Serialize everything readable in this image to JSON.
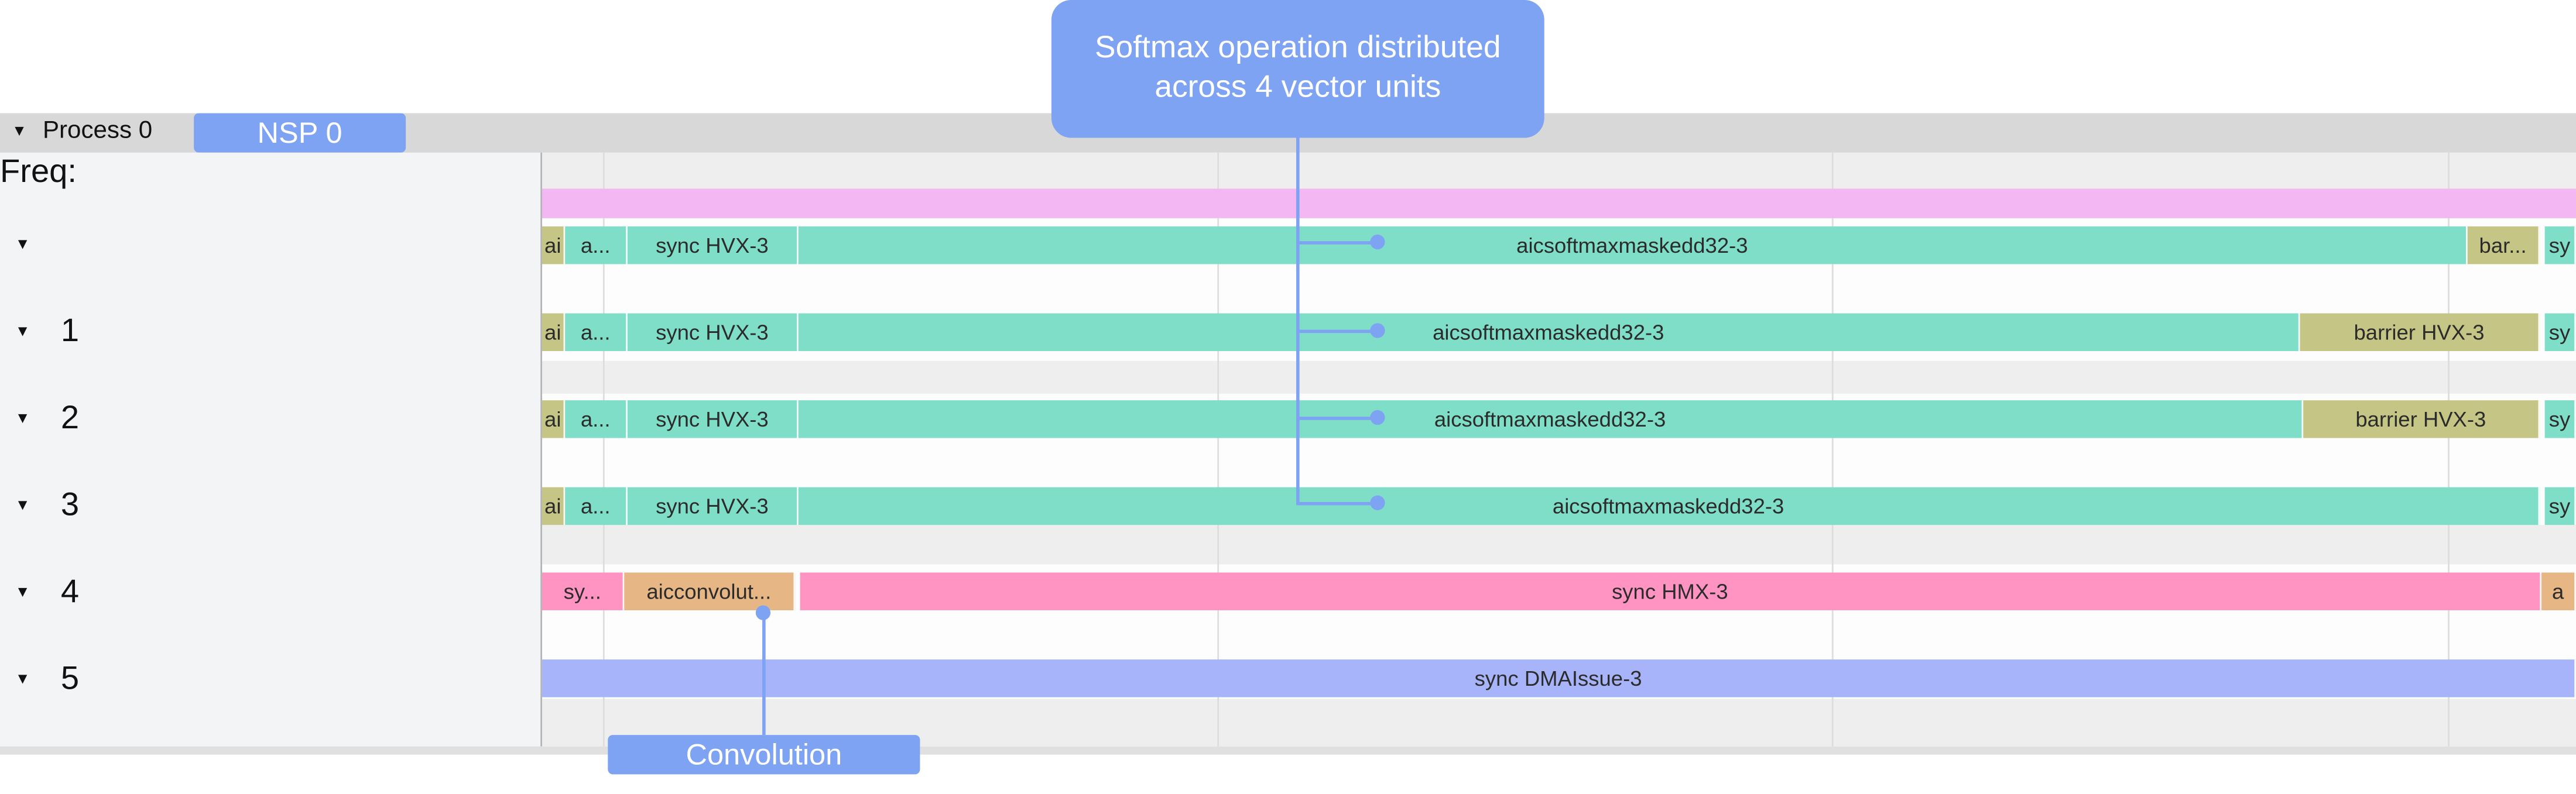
{
  "process": {
    "caret": "▾",
    "label": "Process 0"
  },
  "nsp_tag": "NSP 0",
  "freq_label": "Freq:",
  "rows": [
    {
      "caret": "▾",
      "num": ""
    },
    {
      "caret": "▾",
      "num": "1"
    },
    {
      "caret": "▾",
      "num": "2"
    },
    {
      "caret": "▾",
      "num": "3"
    },
    {
      "caret": "▾",
      "num": "4"
    },
    {
      "caret": "▾",
      "num": "5"
    }
  ],
  "slices": {
    "row0": [
      "ai",
      "a...",
      "sync HVX-3",
      "aicsoftmaxmaskedd32-3",
      "bar...",
      "sy"
    ],
    "row1": [
      "ai",
      "a...",
      "sync HVX-3",
      "aicsoftmaxmaskedd32-3",
      "barrier HVX-3",
      "sy"
    ],
    "row2": [
      "ai",
      "a...",
      "sync HVX-3",
      "aicsoftmaxmaskedd32-3",
      "barrier HVX-3",
      "sy"
    ],
    "row3": [
      "ai",
      "a...",
      "sync HVX-3",
      "aicsoftmaxmaskedd32-3",
      "sy"
    ],
    "row4": [
      "sy...",
      "aicconvolut...",
      "sync HMX-3",
      "a"
    ],
    "row5": [
      "sync DMAIssue-3"
    ]
  },
  "callouts": {
    "softmax_line1": "Softmax operation distributed",
    "softmax_line2": "across 4 vector units",
    "convolution": "Convolution"
  },
  "colors": {
    "teal": "#7fdec8",
    "olive": "#c5c585",
    "pink": "#ff94c2",
    "tan": "#e6b685",
    "lavender": "#a7b4fa",
    "freq": "#f3b8f3",
    "callout": "#7ea3f3"
  }
}
